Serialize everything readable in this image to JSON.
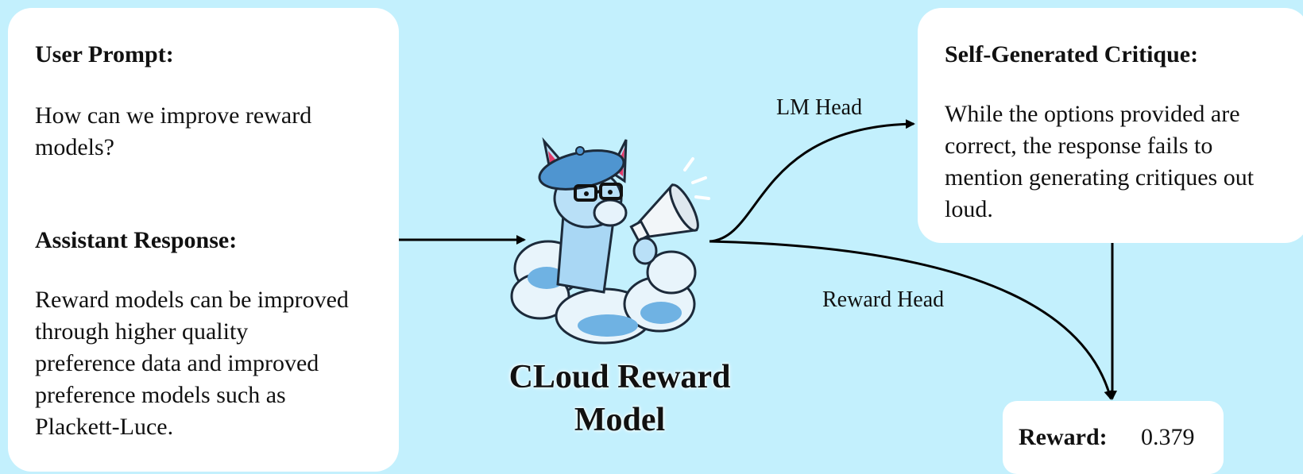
{
  "input": {
    "user_prompt_heading": "User Prompt:",
    "user_prompt_text": "How can we improve reward models?",
    "assistant_heading": "Assistant Response:",
    "assistant_text": "Reward models can be improved through higher quality preference data and improved preference models such as Plackett-Luce."
  },
  "model": {
    "title": "CLoud Reward Model",
    "mascot_icon": "llama-with-megaphone-icon"
  },
  "edges": {
    "lm_head": "LM Head",
    "reward_head": "Reward Head"
  },
  "critique": {
    "heading": "Self-Generated Critique:",
    "text": "While the options provided are correct, the response fails to mention generating critiques out loud."
  },
  "reward": {
    "label": "Reward:",
    "value": "0.379"
  },
  "colors": {
    "background": "#c3f0fd",
    "box": "#ffffff",
    "arrow": "#000000"
  }
}
